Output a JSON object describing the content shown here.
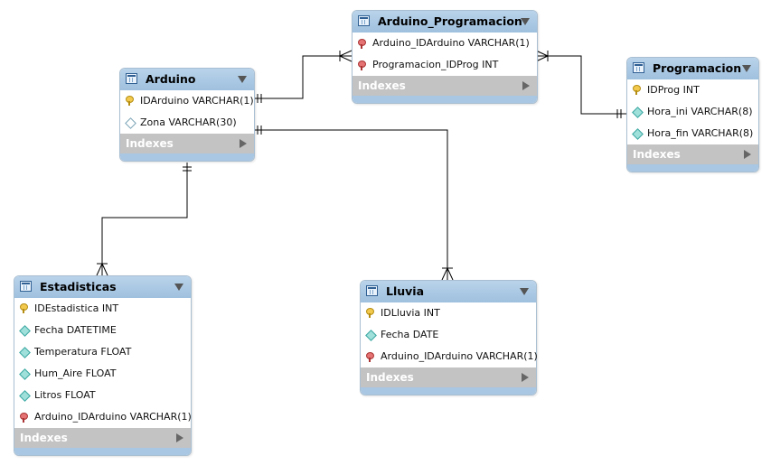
{
  "tables": {
    "arduino_programacion": {
      "title": "Arduino_Programacion",
      "columns": [
        {
          "name": "Arduino_IDArduino VARCHAR(1)",
          "icon": "foreign-key-icon"
        },
        {
          "name": "Programacion_IDProg INT",
          "icon": "foreign-key-icon"
        }
      ],
      "indexes": "Indexes"
    },
    "arduino": {
      "title": "Arduino",
      "columns": [
        {
          "name": "IDArduino VARCHAR(1)",
          "icon": "primary-key-icon"
        },
        {
          "name": "Zona VARCHAR(30)",
          "icon": "nullable-column-icon"
        }
      ],
      "indexes": "Indexes"
    },
    "programacion": {
      "title": "Programacion",
      "columns": [
        {
          "name": "IDProg INT",
          "icon": "primary-key-icon"
        },
        {
          "name": "Hora_ini VARCHAR(8)",
          "icon": "not-null-column-icon"
        },
        {
          "name": "Hora_fin VARCHAR(8)",
          "icon": "not-null-column-icon"
        }
      ],
      "indexes": "Indexes"
    },
    "estadisticas": {
      "title": "Estadisticas",
      "columns": [
        {
          "name": "IDEstadistica INT",
          "icon": "primary-key-icon"
        },
        {
          "name": "Fecha DATETIME",
          "icon": "not-null-column-icon"
        },
        {
          "name": "Temperatura FLOAT",
          "icon": "not-null-column-icon"
        },
        {
          "name": "Hum_Aire FLOAT",
          "icon": "not-null-column-icon"
        },
        {
          "name": "Litros FLOAT",
          "icon": "not-null-column-icon"
        },
        {
          "name": "Arduino_IDArduino VARCHAR(1)",
          "icon": "foreign-key-icon"
        }
      ],
      "indexes": "Indexes"
    },
    "lluvia": {
      "title": "Lluvia",
      "columns": [
        {
          "name": "IDLluvia INT",
          "icon": "primary-key-icon"
        },
        {
          "name": "Fecha DATE",
          "icon": "not-null-column-icon"
        },
        {
          "name": "Arduino_IDArduino VARCHAR(1)",
          "icon": "foreign-key-icon"
        }
      ],
      "indexes": "Indexes"
    }
  },
  "relationships": [
    {
      "from": "arduino",
      "to": "arduino_programacion",
      "from_end": "one",
      "to_end": "many"
    },
    {
      "from": "programacion",
      "to": "arduino_programacion",
      "from_end": "one",
      "to_end": "many"
    },
    {
      "from": "arduino",
      "to": "estadisticas",
      "from_end": "one",
      "to_end": "many"
    },
    {
      "from": "arduino",
      "to": "lluvia",
      "from_end": "one",
      "to_end": "many"
    }
  ],
  "colors": {
    "header": "#9fc0de",
    "border": "#a9bfd2",
    "indexes_bar": "#c3c3c3",
    "line": "#000000"
  }
}
